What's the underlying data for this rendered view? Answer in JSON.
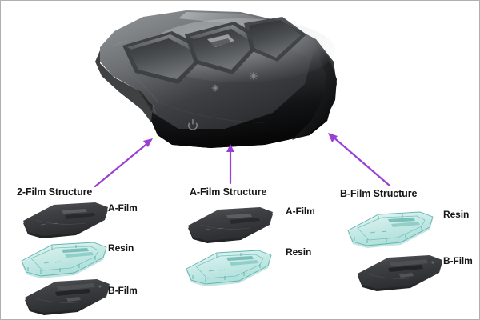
{
  "figure": {
    "background_color": "#ffffff",
    "border_color": "#b0b0b0",
    "arrow_color": "#9b3fd4",
    "text_color": "#161616"
  },
  "hero": {
    "name": "black-glossy-device-render",
    "description": "Glossy black molded device with recessed vents",
    "body_color": "#1b1b1d",
    "highlight_color": "#8e9093",
    "icons": [
      {
        "name": "snowflake-icon-left",
        "glyph": "✳"
      },
      {
        "name": "snowflake-icon-right",
        "glyph": "✳"
      },
      {
        "name": "power-icon",
        "glyph": "⏻"
      }
    ]
  },
  "arrows": [
    {
      "name": "arrow-to-hero-left",
      "direction": "up-right",
      "color": "#9b3fd4"
    },
    {
      "name": "arrow-to-hero-center",
      "direction": "up",
      "color": "#9b3fd4"
    },
    {
      "name": "arrow-to-hero-right",
      "direction": "up-left",
      "color": "#9b3fd4"
    }
  ],
  "groups": [
    {
      "id": "two-film",
      "title": "2-Film Structure",
      "layers": [
        {
          "id": "a-film",
          "label": "A-Film",
          "material": "film",
          "color": "#3a3a3c"
        },
        {
          "id": "resin",
          "label": "Resin",
          "material": "resin",
          "color": "#cdeeea"
        },
        {
          "id": "b-film",
          "label": "B-Film",
          "material": "film",
          "color": "#3a3a3c"
        }
      ]
    },
    {
      "id": "a-film-structure",
      "title": "A-Film Structure",
      "layers": [
        {
          "id": "a-film",
          "label": "A-Film",
          "material": "film",
          "color": "#3a3a3c"
        },
        {
          "id": "resin",
          "label": "Resin",
          "material": "resin",
          "color": "#cdeeea"
        }
      ]
    },
    {
      "id": "b-film-structure",
      "title": "B-Film Structure",
      "layers": [
        {
          "id": "resin",
          "label": "Resin",
          "material": "resin",
          "color": "#cdeeea"
        },
        {
          "id": "b-film",
          "label": "B-Film",
          "material": "film",
          "color": "#3a3a3c"
        }
      ]
    }
  ]
}
